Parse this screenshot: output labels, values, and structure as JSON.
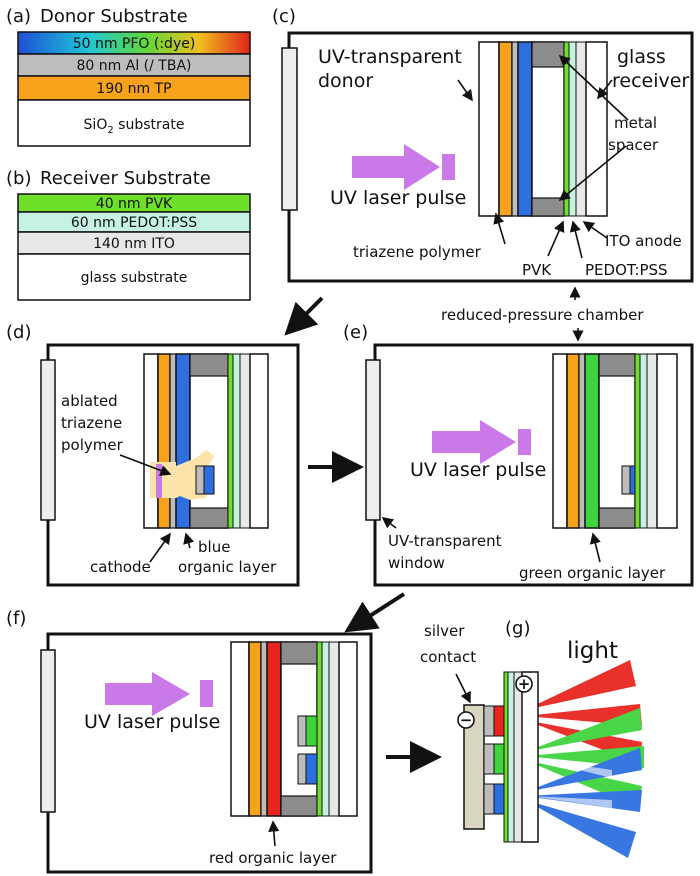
{
  "panel_a": {
    "tag": "(a)",
    "title": "Donor Substrate",
    "layers": [
      "50 nm PFO (:dye)",
      "80 nm Al (/ TBA)",
      "190 nm TP",
      "SiO"
    ],
    "sub_suffix": "2",
    "substrate_suffix": " substrate"
  },
  "panel_b": {
    "tag": "(b)",
    "title": "Receiver Substrate",
    "layers": [
      "40 nm PVK",
      "60 nm PEDOT:PSS",
      "140 nm ITO",
      "glass substrate"
    ]
  },
  "panel_c": {
    "tag": "(c)",
    "donor_label": [
      "UV-transparent",
      "donor"
    ],
    "receiver_label": [
      "glass",
      "receiver"
    ],
    "spacer_label": [
      "metal",
      "spacer"
    ],
    "pulse_label": "UV laser pulse",
    "triazene_label": "triazene polymer",
    "pvk_label": "PVK",
    "pedot_label": "PEDOT:PSS",
    "ito_label": "ITO anode",
    "chamber_label": "reduced-pressure chamber"
  },
  "panel_d": {
    "tag": "(d)",
    "ablated_label": [
      "ablated",
      "triazene",
      "polymer"
    ],
    "cathode_label": "cathode",
    "blue_label": [
      "blue",
      "organic layer"
    ]
  },
  "panel_e": {
    "tag": "(e)",
    "pulse_label": "UV laser pulse",
    "window_label": [
      "UV-transparent",
      "window"
    ],
    "green_label": "green organic layer"
  },
  "panel_f": {
    "tag": "(f)",
    "pulse_label": "UV laser pulse",
    "red_label": "red organic layer"
  },
  "panel_g": {
    "tag": "(g)",
    "contact_label": [
      "silver",
      "contact"
    ],
    "light_label": "light",
    "minus": "−",
    "plus": "+"
  },
  "colors": {
    "tp_orange": "#f7a21b",
    "aluminium_gray": "#bdbdbd",
    "blue_layer": "#2e6fe0",
    "green_layer": "#3fd43f",
    "red_layer": "#e8251f",
    "pvk_green": "#6ee02a",
    "pedot_cyan": "#c6f2e4",
    "ito_gray": "#e8e8e8",
    "spacer_gray": "#8c8c8c",
    "laser_violet": "#c979e8"
  }
}
